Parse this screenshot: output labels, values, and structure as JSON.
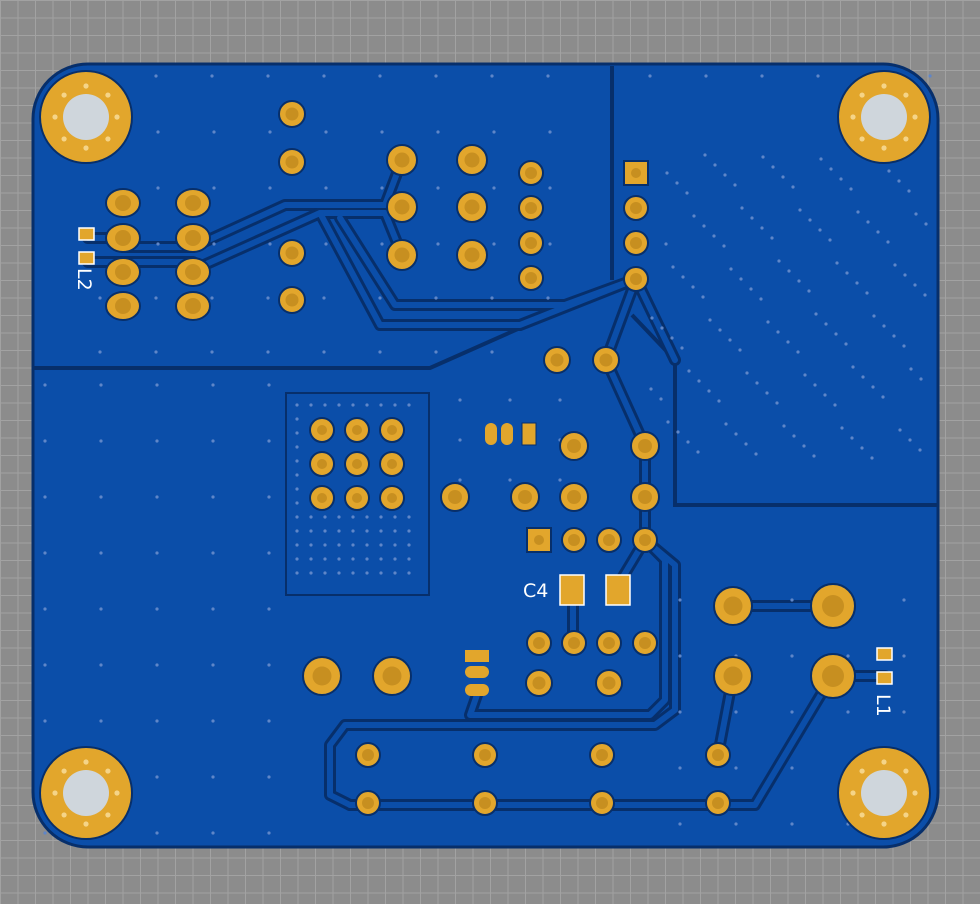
{
  "board": {
    "colors": {
      "background": "#8c8c8c",
      "grid": "#a2a2a2",
      "copper_pour": "#0b4ea9",
      "pour_gap": "#072f6b",
      "pad": "#e2a62c",
      "drill": "#b07c18",
      "silkscreen": "#ffffff",
      "via": "#5f86c8"
    },
    "labels": {
      "l2": "L2",
      "c4": "C4",
      "l1": "L1"
    }
  }
}
